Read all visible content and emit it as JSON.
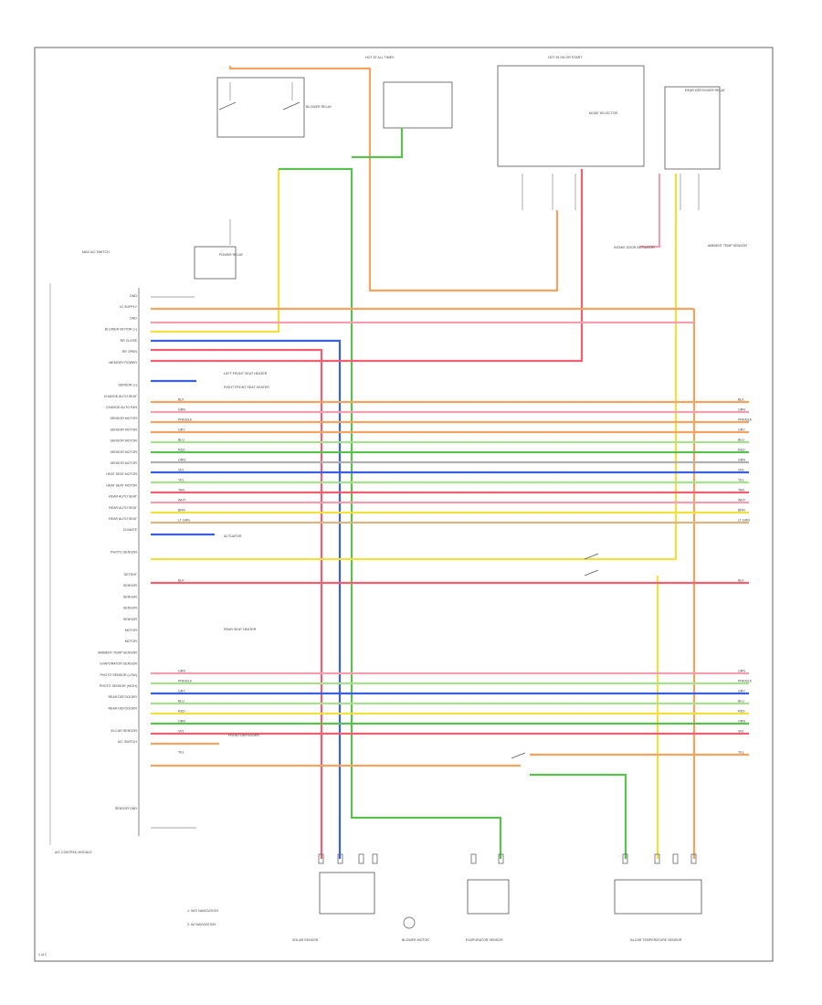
{
  "diagram": {
    "left_labels": [
      "GND",
      "IG SUPPLY",
      "GND",
      "BLOWER MOTOR (+)",
      "RR CLOSE",
      "RR OPEN",
      "MEMORY POWER",
      "",
      "SENSOR (+)",
      "CHARGE AUTO SEAT",
      "CHARGE AUTO FAN",
      "SENSOR MOTOR",
      "SENSOR MOTOR",
      "SENSOR MOTOR",
      "SENSOR MOTOR",
      "SENSOR MOTOR",
      "HEAT SEAT MOTOR",
      "HEAT SEAT MOTOR",
      "REAR AUTO SEAT",
      "REAR AUTO SEAT",
      "REAR AUTO SEAT",
      "CLIMATE",
      "",
      "PHOTO SENSOR",
      "",
      "DETENT",
      "SENSOR",
      "SENSOR",
      "SENSOR",
      "SENSOR",
      "MOTOR",
      "MOTOR",
      "AMBIENT TEMP SENSOR",
      "EVAPORATOR SENSOR",
      "PHOTO SENSOR (LOW)",
      "PHOTO SENSOR (HIGH)",
      "REAR DEFOGGER",
      "REAR DEFOGGER",
      "",
      "IN-CAR SENSOR",
      "A/C SWITCH",
      "",
      "",
      "",
      "",
      "",
      "SENSOR GND"
    ],
    "wire_codes": [
      "BLK",
      "GRN",
      "PNK/BLK",
      "GRY",
      "BLU",
      "RED",
      "ORN",
      "VIO",
      "YEL",
      "TAN",
      "WHT",
      "BRN",
      "LT GRN"
    ],
    "components": [
      "BLOWER RELAY",
      "A/C CONTROL MODULE",
      "BLOWER MOTOR",
      "HOT AT ALL TIMES",
      "HOT IN ON OR START",
      "IN-CAR TEMPERATURE SENSOR",
      "REAR DEFOGGER RELAY",
      "MODE SELECTOR",
      "AMBIENT TEMP SENSOR",
      "INTAKE DOOR ACTUATOR",
      "SOLAR SENSOR",
      "EVAPORATOR SENSOR",
      "LEFT FRONT SEAT HEATER",
      "RIGHT FRONT SEAT HEATER",
      "MAX A/C SWITCH",
      "REAR SEAT HEATER",
      "POWER RELAY",
      "FRONT DEFOGGER",
      "ACTUATOR"
    ],
    "notes": [
      "1: W/O NAVIGATION",
      "2: W/ NAVIGATION"
    ],
    "footer_code": "1 of 2",
    "colors": {
      "orange": "#f4a460",
      "yellow": "#f0e040",
      "green": "#5cc050",
      "blue": "#3a5fe0",
      "red": "#f06070",
      "pink": "#f2a0b0",
      "violet": "#9a7ad8",
      "tan": "#d8b880",
      "gray": "#b0b0b0",
      "lightgreen": "#a8e090"
    }
  }
}
